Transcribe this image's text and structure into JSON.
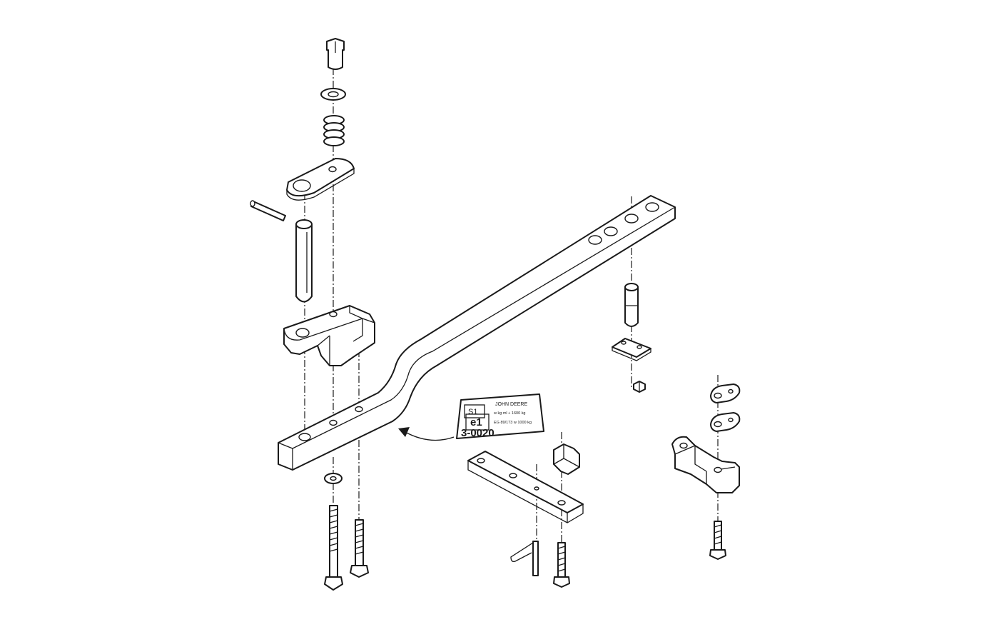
{
  "decal": {
    "box_top": "S1",
    "box_mark": "e1",
    "brand": "JOHN DEERE",
    "line1": "w kg ml + 1600 kg",
    "line2": "EG 89/173 w 1000 kg",
    "number": "3-0020"
  },
  "colors": {
    "line": "#1a1a1a",
    "background": "#ffffff"
  }
}
